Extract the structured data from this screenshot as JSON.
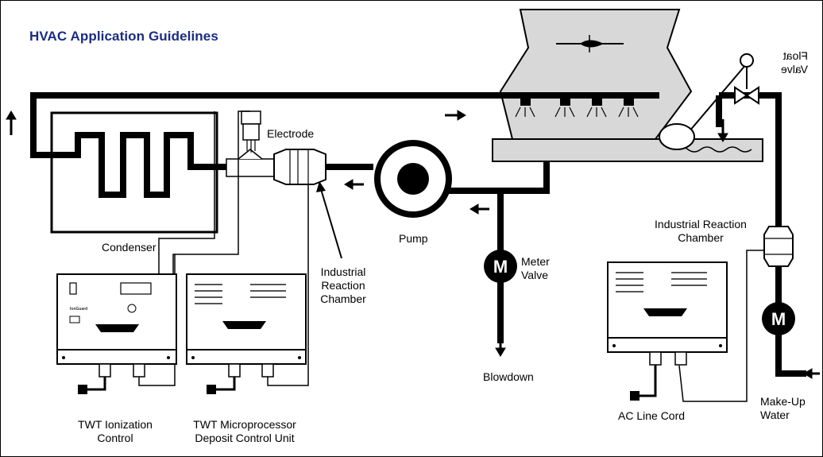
{
  "title": "HVAC Application Guidelines",
  "labels": {
    "electrode": "Electrode",
    "condenser": "Condenser",
    "pump": "Pump",
    "reaction_left_1": "Industrial",
    "reaction_left_2": "Reaction",
    "reaction_left_3": "Chamber",
    "reaction_right_1": "Industrial Reaction",
    "reaction_right_2": "Chamber",
    "meter_1": "Meter",
    "meter_2": "Valve",
    "blowdown": "Blowdown",
    "float_1": "Float",
    "float_2": "Valve",
    "ionization_1": "TWT Ionization",
    "ionization_2": "Control",
    "micro_1": "TWT Microprocessor",
    "micro_2": "Deposit Control Unit",
    "ac_cord": "AC Line Cord",
    "makeup_1": "Make-Up",
    "makeup_2": "Water",
    "meter_symbol": "M"
  },
  "colors": {
    "title": "#1b2c84",
    "tower": "#d8d8d8",
    "line": "#000000"
  }
}
